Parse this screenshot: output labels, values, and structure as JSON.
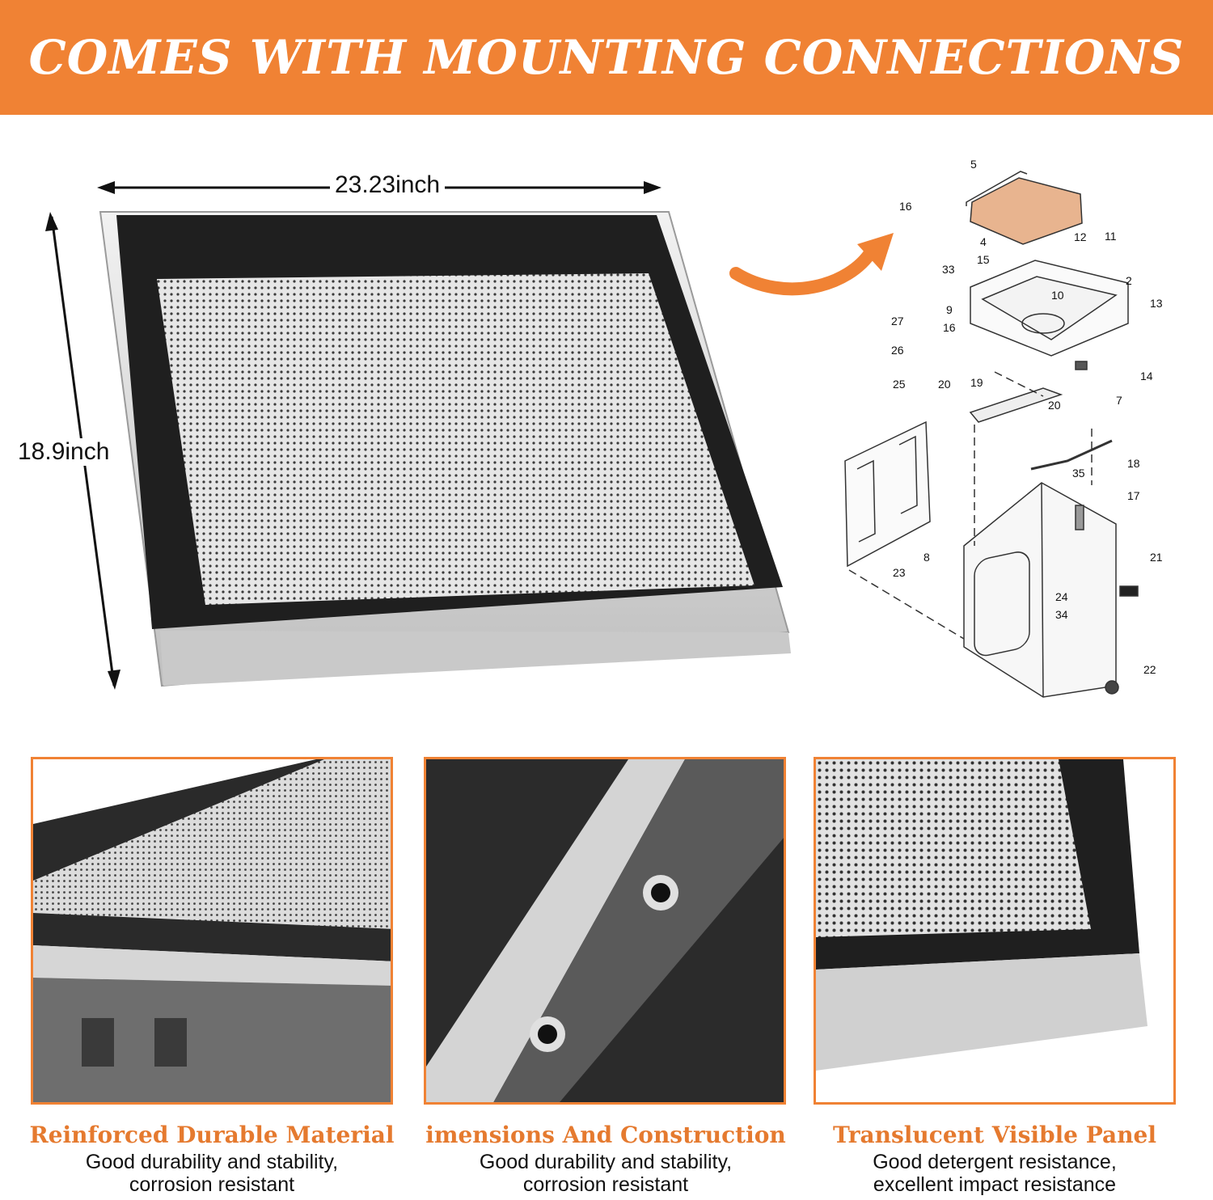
{
  "banner": {
    "title": "COMES WITH MOUNTING CONNECTIONS"
  },
  "dimensions": {
    "width_label": "23.23inch",
    "height_label": "18.9inch"
  },
  "colors": {
    "accent": "#f08234",
    "caption": "#e57a2f",
    "frame": "#1f1f1f",
    "trim": "#d9d9d9",
    "door_part": "#e8b48f"
  },
  "diagram": {
    "part_numbers": [
      "5",
      "16",
      "4",
      "12",
      "11",
      "15",
      "33",
      "2",
      "13",
      "10",
      "9",
      "27",
      "16",
      "26",
      "14",
      "7",
      "25",
      "20",
      "19",
      "20",
      "18",
      "35",
      "17",
      "8",
      "21",
      "23",
      "24",
      "34",
      "22"
    ]
  },
  "features": [
    {
      "title": "Reinforced Durable Material",
      "line1": "Good durability and stability,",
      "line2": "corrosion resistant"
    },
    {
      "title": "imensions And Construction",
      "line1": "Good durability and stability,",
      "line2": "corrosion resistant"
    },
    {
      "title": "Translucent Visible Panel",
      "line1": "Good detergent resistance,",
      "line2": "excellent impact resistance"
    }
  ]
}
